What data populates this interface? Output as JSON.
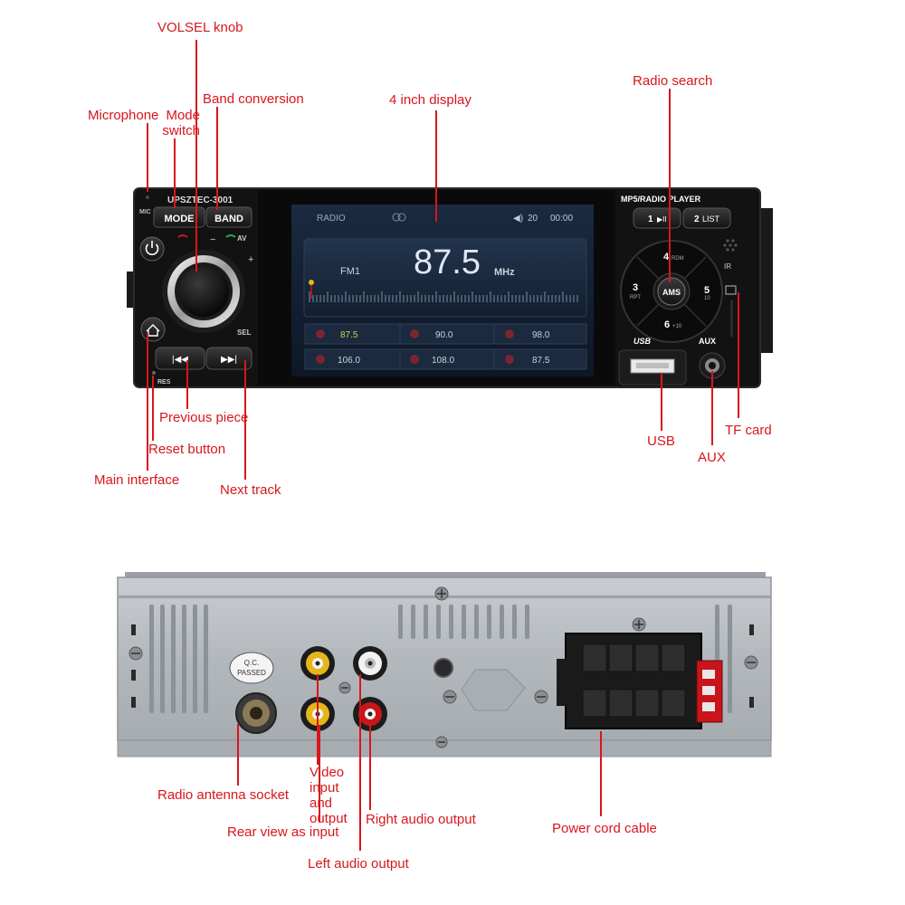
{
  "front": {
    "model": "UPSZTEC-3001",
    "mic_label": "MIC",
    "mode_label": "MODE",
    "band_label": "BAND",
    "av_label": "AV",
    "sel_label": "SEL",
    "res_label": "RES",
    "player_title": "MP5/RADIO PLAYER",
    "usb_label": "USB",
    "aux_label": "AUX",
    "keypad": {
      "k1": "1",
      "k1_sym": "▶II",
      "k2": "2",
      "k2_sub": "LIST",
      "k3": "3",
      "k3_sub": "RPT",
      "k4": "4",
      "k4_sub": "RDM",
      "k5": "5",
      "k5_sub": "10",
      "k6": "6",
      "k6_sub": "+10",
      "ams": "AMS"
    },
    "display": {
      "mode": "RADIO",
      "volume": "20",
      "time": "00:00",
      "band": "FM1",
      "frequency": "87.5",
      "unit": "MHz",
      "presets": [
        "87.5",
        "90.0",
        "98.0",
        "106.0",
        "108.0",
        "87.5"
      ]
    }
  },
  "rear": {
    "qc_line1": "Q.C.",
    "qc_line2": "PASSED"
  },
  "callouts": {
    "volsel": "VOLSEL knob",
    "band_conversion": "Band conversion",
    "microphone": "Microphone",
    "mode_switch": "Mode switch",
    "display": "4 inch display",
    "radio_search": "Radio search",
    "previous": "Previous piece",
    "reset": "Reset button",
    "main_interface": "Main interface",
    "next_track": "Next track",
    "usb": "USB",
    "aux": "AUX",
    "tf_card": "TF card",
    "antenna": "Radio antenna socket",
    "video": "Video input and output",
    "rear_view": "Rear view as input",
    "right_audio": "Right audio output",
    "left_audio": "Left audio output",
    "power": "Power cord cable"
  },
  "colors": {
    "callout": "#d8161b",
    "panel": "#111111",
    "screen": "#0f1c2e",
    "chassis": "#b9bec3",
    "rca_yellow": "#e6b619",
    "rca_red": "#c8141b"
  }
}
